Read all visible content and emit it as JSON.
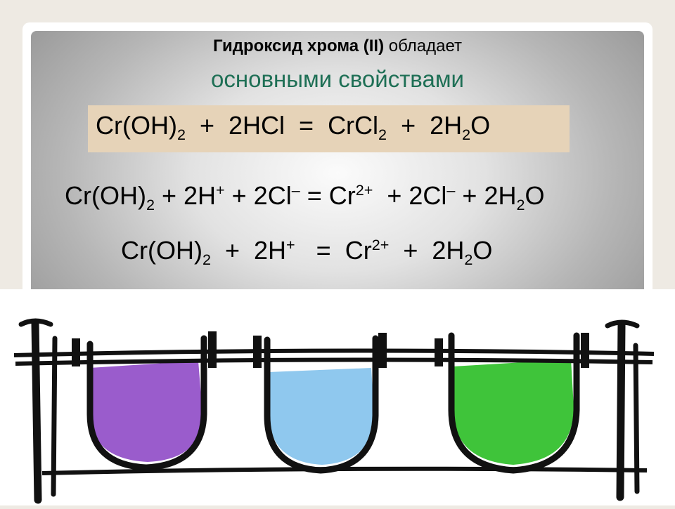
{
  "title": {
    "bold_part": "Гидроксид хрома (II)",
    "rest": " обладает"
  },
  "subtitle": "основными свойствами",
  "equation_1": {
    "a": "Cr(OH)",
    "a_sub": "2",
    "b": "  +  2HCl  =  CrCl",
    "b_sub": "2",
    "c": "  +  2H",
    "c_sub": "2",
    "d": "O"
  },
  "equation_2": {
    "a": "Cr(OH)",
    "a_sub": "2",
    "b": " + 2H",
    "b_sup": "+",
    "c": " + 2Cl",
    "c_sup": "–",
    "d": " = Cr",
    "d_sup": "2+",
    "e": "  + 2Cl",
    "e_sup": "–",
    "f": " + 2H",
    "f_sub": "2",
    "g": "O"
  },
  "equation_3": {
    "a": "Cr(OH)",
    "a_sub": "2",
    "b": "  +  2H",
    "b_sup": "+",
    "c": "   =  Cr",
    "c_sup": "2+",
    "d": "  +  2H",
    "d_sub": "2",
    "e": "O"
  },
  "colors": {
    "subtitle_green": "#1e6f55",
    "equation_box": "#e6d3b8",
    "solution_violet": "#9a5ccc",
    "solution_blue": "#8fc8ee",
    "solution_green": "#3fc43a"
  },
  "illustration": {
    "icon": "test-tubes-rack-icon",
    "tubes": [
      "violet solution",
      "light blue solution",
      "green solution"
    ]
  }
}
